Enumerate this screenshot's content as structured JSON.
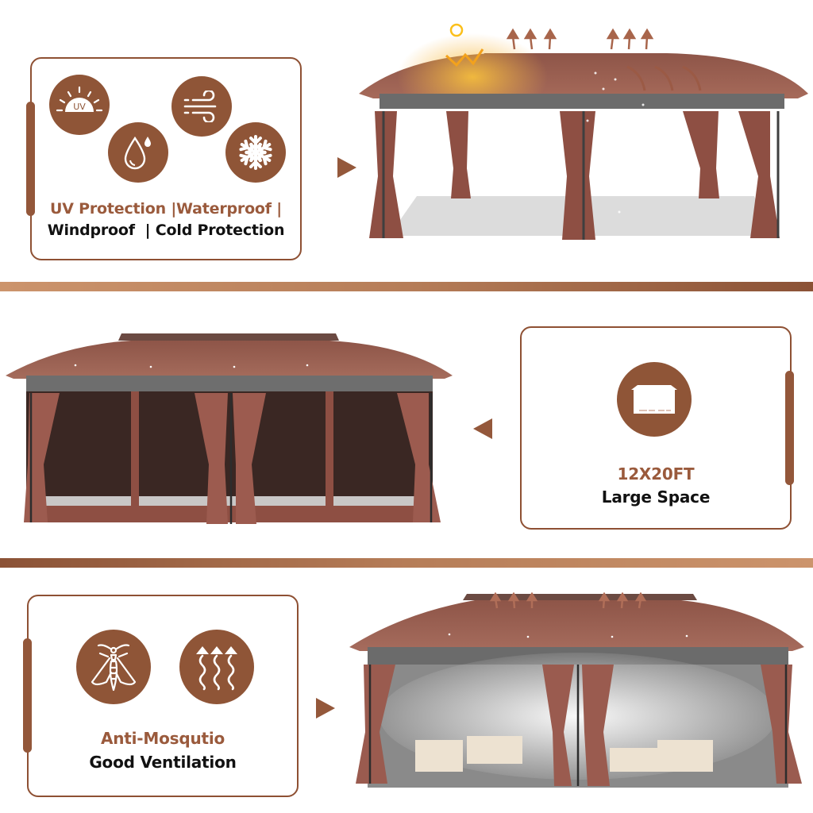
{
  "colors": {
    "accent": "#8f5537",
    "accent_text": "#9a5a3c",
    "canopy": "#9b5d50",
    "valance": "#6b6b6b",
    "curtain": "#8e4f43",
    "dark_text": "#111111"
  },
  "section1": {
    "icons": [
      {
        "name": "uv-sun-icon",
        "label": "UV"
      },
      {
        "name": "water-drop-icon",
        "label": ""
      },
      {
        "name": "wind-icon",
        "label": ""
      },
      {
        "name": "snowflake-icon",
        "label": ""
      }
    ],
    "line1": "UV Protection |Waterproof |",
    "line2": "Windproof  | Cold Protection",
    "image_alt": "Gazebo with sun, rain, snow and wind effects"
  },
  "section2": {
    "icons": [
      {
        "name": "gazebo-size-icon",
        "label": ""
      }
    ],
    "line1": "12X20FT",
    "line2": "Large Space",
    "image_alt": "Front view of 12x20ft gazebo with mesh nets and curtains"
  },
  "section3": {
    "icons": [
      {
        "name": "mosquito-icon",
        "label": ""
      },
      {
        "name": "ventilation-icon",
        "label": ""
      }
    ],
    "line1": "Anti-Mosqutio",
    "line2": "Good Ventilation",
    "image_alt": "Gazebo interior with patio furniture and airflow"
  }
}
